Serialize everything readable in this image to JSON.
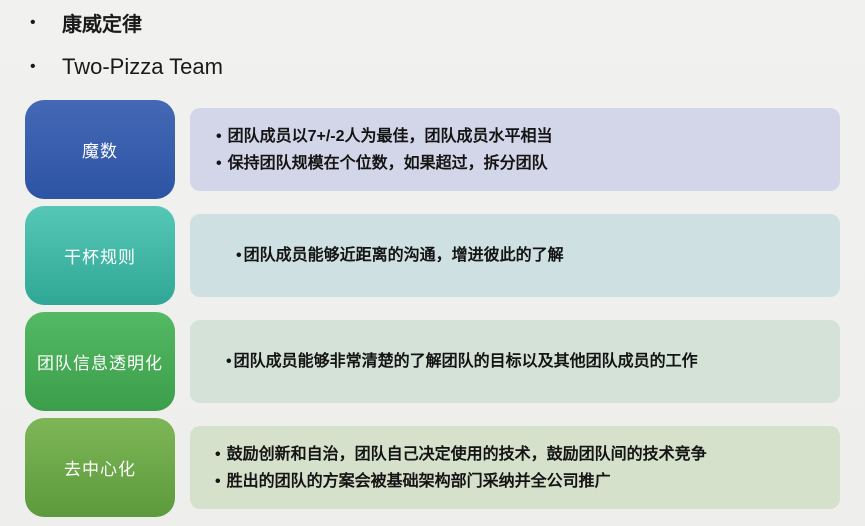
{
  "page": {
    "background": "#f0f0ee",
    "text_color": "#1a1a1a"
  },
  "header": {
    "bullet_glyph": "•",
    "items": [
      {
        "label": "康威定律"
      },
      {
        "label": "Two-Pizza Team"
      }
    ]
  },
  "rows": [
    {
      "label": "魔数",
      "bullets": [
        "团队成员以7+/-2人为最佳，团队成员水平相当",
        "保持团队规模在个位数，如果超过，拆分团队"
      ],
      "colors": {
        "label_top": "#4468b5",
        "label_bottom": "#2d54a4",
        "label_text": "#ffffff",
        "content_bg": "#d3d6e9"
      }
    },
    {
      "label": "干杯规则",
      "bullets": [
        "团队成员能够近距离的沟通，增进彼此的了解"
      ],
      "colors": {
        "label_top": "#56c7b7",
        "label_bottom": "#30a796",
        "label_text": "#ffffff",
        "content_bg": "#cfe0e3"
      }
    },
    {
      "label": "团队信息透明化",
      "bullets": [
        "团队成员能够非常清楚的了解团队的目标以及其他团队成员的工作"
      ],
      "colors": {
        "label_top": "#54b964",
        "label_bottom": "#3b9e4a",
        "label_text": "#ffffff",
        "content_bg": "#d4e2d8"
      }
    },
    {
      "label": "去中心化",
      "bullets": [
        "鼓励创新和自治，团队自己决定使用的技术，鼓励团队间的技术竞争",
        "胜出的团队的方案会被基础架构部门采纳并全公司推广"
      ],
      "colors": {
        "label_top": "#7db656",
        "label_bottom": "#5c9a3d",
        "label_text": "#ffffff",
        "content_bg": "#d6e1cc"
      }
    }
  ]
}
